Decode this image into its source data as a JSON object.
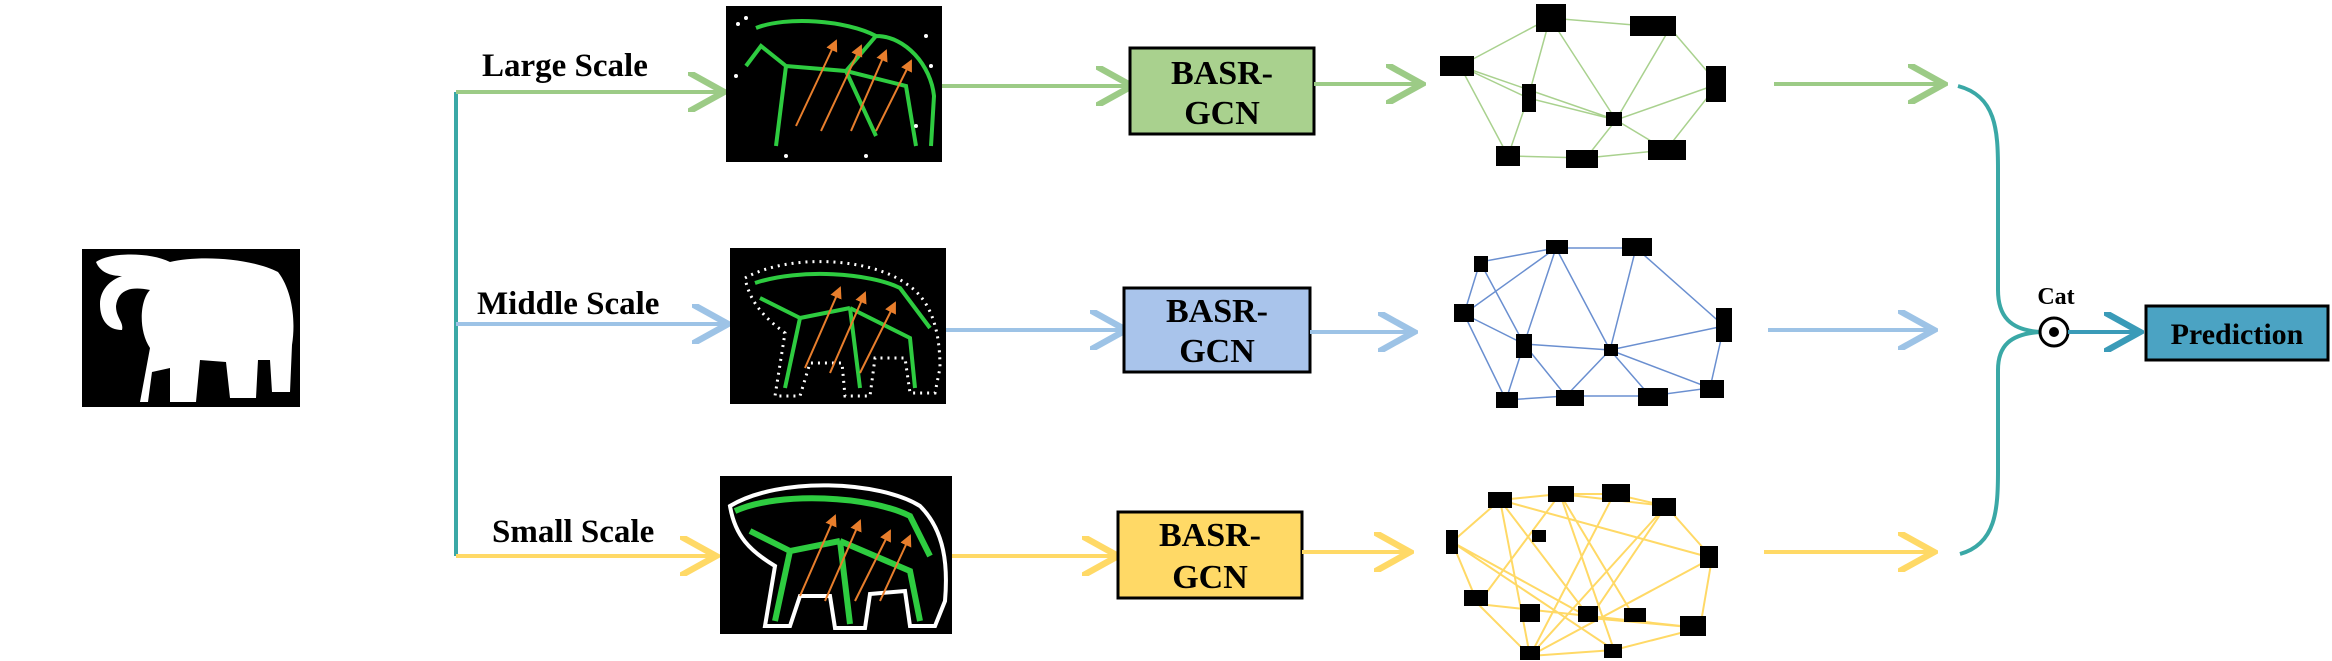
{
  "input": {
    "icon": "elephant-silhouette"
  },
  "branches": [
    {
      "id": "large",
      "label": "Large Scale",
      "module_line1": "BASR-",
      "module_line2": "GCN",
      "color": "#9ccb86",
      "box_fill": "#a9d18e"
    },
    {
      "id": "middle",
      "label": "Middle Scale",
      "module_line1": "BASR-",
      "module_line2": "GCN",
      "color": "#9dc3e6",
      "box_fill": "#a9c4eb"
    },
    {
      "id": "small",
      "label": "Small Scale",
      "module_line1": "BASR-",
      "module_line2": "GCN",
      "color": "#ffd966",
      "box_fill": "#ffd966"
    }
  ],
  "fusion": {
    "label": "Cat",
    "color": "#3aa8a6"
  },
  "output": {
    "label": "Prediction",
    "fill": "#4ba3c3"
  }
}
